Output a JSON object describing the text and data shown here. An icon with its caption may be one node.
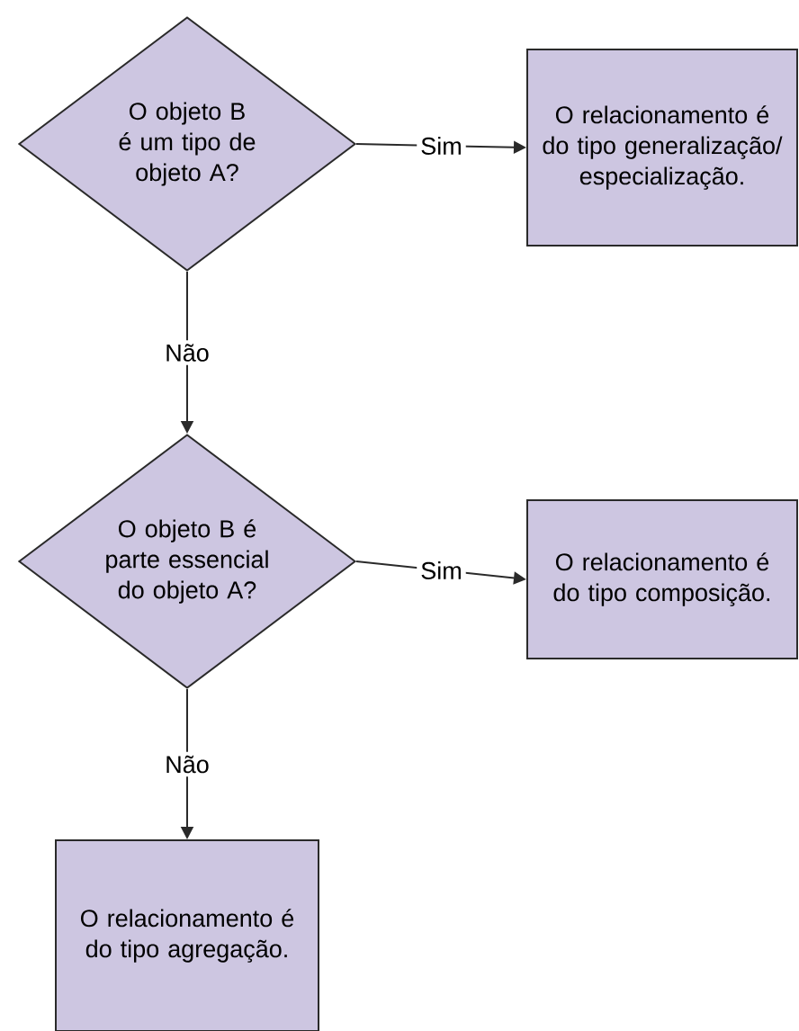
{
  "diagram": {
    "nodes": [
      {
        "text": [
          "O objeto B é um tipo de objeto A?"
        ]
      },
      {
        "text": [
          "O relacionamento é do tipo generalização/ especialização."
        ]
      },
      {
        "text": [
          "O objeto B é parte essencial do objeto A?"
        ]
      },
      {
        "text": [
          "O relacionamento é do tipo composição."
        ]
      },
      {
        "text": [
          "O relacionamento é do tipo agregação."
        ]
      }
    ],
    "edges": [
      {
        "from": 0,
        "to": 1,
        "arrow": "to",
        "label": "Sim"
      },
      {
        "from": 0,
        "to": 2,
        "arrow": "to",
        "label": "Não"
      },
      {
        "from": 2,
        "to": 3,
        "arrow": "to",
        "label": "Sim"
      },
      {
        "from": 2,
        "to": 4,
        "arrow": "to",
        "label": "Não"
      }
    ]
  }
}
